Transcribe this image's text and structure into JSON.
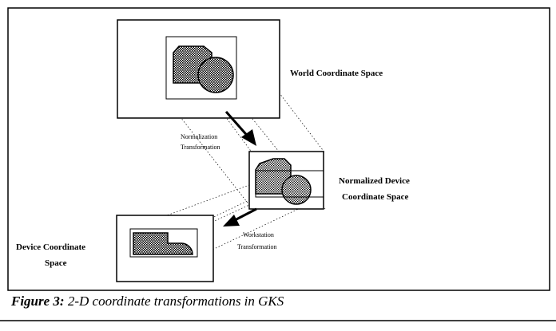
{
  "diagram": {
    "labels": {
      "world": "World Coordinate Space",
      "ndc_line1": "Normalized Device",
      "ndc_line2": "Coordinate Space",
      "device_line1": "Device Coordinate",
      "device_line2": "Space",
      "normalization_line1": "Normalization",
      "normalization_line2": "Transformation",
      "workstation_line1": "Workstation",
      "workstation_line2": "Transformation"
    }
  },
  "caption": {
    "prefix": "Figure 3:",
    "text": " 2-D coordinate transformations in GKS"
  }
}
